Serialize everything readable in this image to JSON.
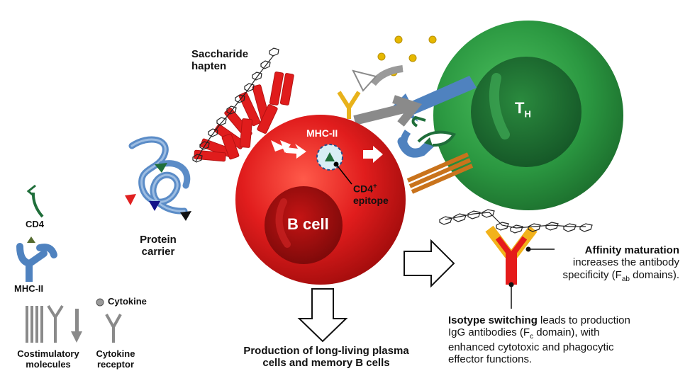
{
  "labels": {
    "saccharide_hapten": [
      "Saccharide",
      "hapten"
    ],
    "protein_carrier": [
      "Protein",
      "carrier"
    ],
    "mhc_ii_top": "MHC-II",
    "cd4_epitope_main": "CD4",
    "cd4_epitope_sup": "+",
    "cd4_epitope_line2": "epitope",
    "b_cell": "B cell",
    "th_main": "T",
    "th_sub": "H",
    "affinity_bold": "Affinity maturation",
    "affinity_rest1": "increases the antibody",
    "affinity_rest2_a": "specificity (F",
    "affinity_rest2_sub": "ab",
    "affinity_rest2_b": " domains).",
    "isotype_bold": "Isotype switching",
    "isotype_rest1": " leads to production",
    "isotype_line2_a": "IgG antibodies (F",
    "isotype_line2_sub": "c",
    "isotype_line2_b": " domain), with",
    "isotype_line3": "enhanced cytotoxic and phagocytic",
    "isotype_line4": "effector functions.",
    "production": [
      "Production of long-living plasma",
      "cells and memory B cells"
    ]
  },
  "legend": {
    "cd4": "CD4",
    "mhc_ii": "MHC-II",
    "cytokine": "Cytokine",
    "costimulatory": [
      "Costimulatory",
      "molecules"
    ],
    "cytokine_receptor": [
      "Cytokine",
      "receptor"
    ]
  },
  "colors": {
    "b_cell": "#e21a1a",
    "b_cell_nucleus": "#9a0c0c",
    "t_cell": "#2e9a46",
    "t_cell_nucleus": "#1d5e2b",
    "antibody_red": "#e51b1b",
    "antibody_yellow": "#f2b21b",
    "mhc_blue": "#4f82bf",
    "cd4_green": "#1f6e3a",
    "cytokine_yellow": "#e6b800",
    "costim_gray": "#8a8a8a"
  },
  "icons": [
    "saccharide-chain-icon",
    "antibody-icon",
    "mhc-ii-icon",
    "cd4-icon",
    "cytokine-icon",
    "costimulatory-icon",
    "cytokine-receptor-icon",
    "arrow-icon"
  ]
}
